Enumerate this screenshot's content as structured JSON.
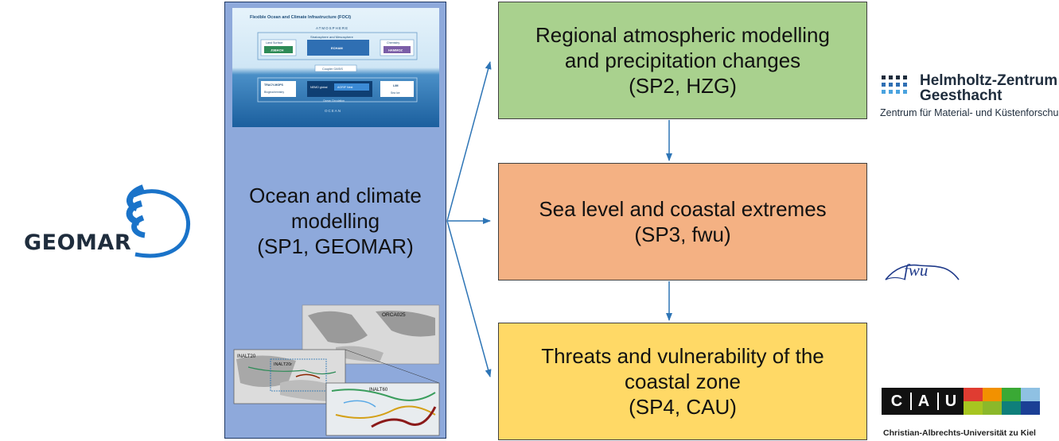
{
  "logos": {
    "geomar": "GEOMAR",
    "hzg_line1": "Helmholtz-Zentrum",
    "hzg_line2": "Geesthacht",
    "hzg_sub": "Zentrum für Material- und Küstenforschung",
    "fwu": "fwu",
    "cau_letters": [
      "C",
      "A",
      "U"
    ],
    "cau_name": "Christian-Albrechts-Universität zu Kiel"
  },
  "sp1": {
    "lines": [
      "Ocean and climate",
      "modelling",
      "(SP1, GEOMAR)"
    ]
  },
  "sp2": {
    "lines": [
      "Regional atmospheric modelling",
      "and precipitation changes",
      "(SP2, HZG)"
    ]
  },
  "sp3": {
    "lines": [
      "Sea level and coastal extremes",
      "(SP3, fwu)"
    ]
  },
  "sp4": {
    "lines": [
      "Threats and vulnerability of the",
      "coastal zone",
      "(SP4, CAU)"
    ]
  },
  "fogi": {
    "title": "Flexible Ocean and Climate Infrastructure (FOCI)",
    "atmosphere": "ATMOSPHERE",
    "strato": "Stratosphere and Mesosphere",
    "land_surface": "Land Surface",
    "jsbach": "JSBACH",
    "echam": "ECHAM",
    "chemistry": "Chemistry",
    "hammoz": "HAMMOZ",
    "coupler": "Coupler OASIS",
    "tracy": "TRACY-MOPS",
    "biogeo": "Biogeochemistry",
    "nemo": "NEMO global",
    "agrif": "AGRIF Nest",
    "ocean_circ": "Ocean Circulation",
    "lim": "LIM",
    "sea_ice": "Sea Ice",
    "ocean": "OCEAN"
  },
  "maps": {
    "orca": "ORCA025",
    "inalt20": "INALT20",
    "inalt20r": "INALT20r",
    "inalt60": "INALT60"
  },
  "colors": {
    "sp1": "#8ea9db",
    "sp2": "#a9d18e",
    "sp3": "#f4b183",
    "sp4": "#ffd966",
    "arrow": "#2e75b6"
  }
}
